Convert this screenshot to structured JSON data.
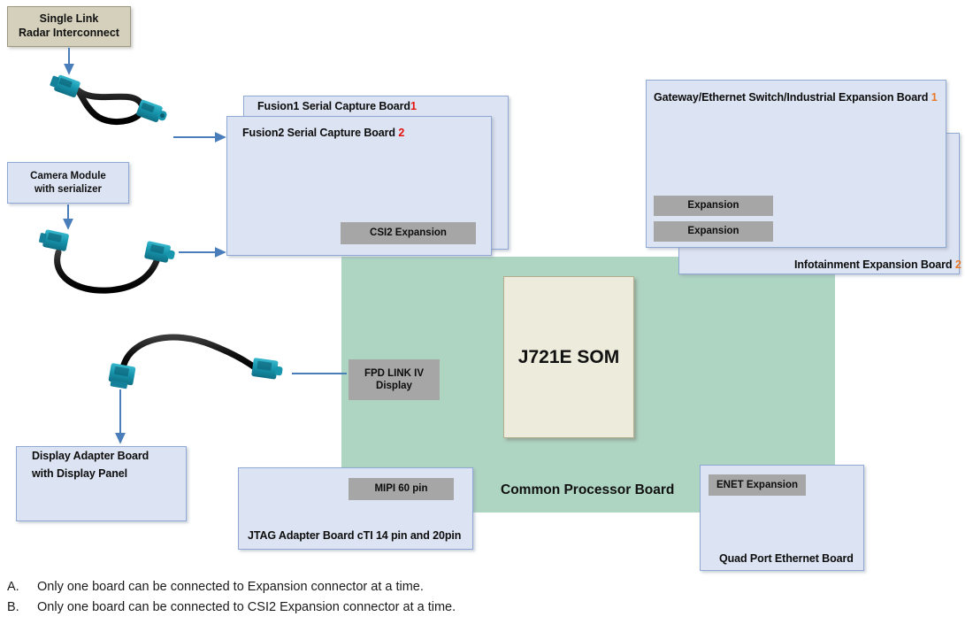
{
  "diagram": {
    "title": "J721E Common Processor Board block diagram",
    "colors": {
      "board_fill": "#DCE3F2",
      "board_border": "#8FA8D4",
      "beige_fill": "#D4D0BC",
      "green_fill": "#AED4C2",
      "som_fill": "#EDEBDC",
      "chip_grey": "#A6A6A6",
      "arrow_blue": "#4A7EBB",
      "marker_red": "#E4130F",
      "marker_orange": "#E8792A",
      "connector_teal": "#1796AE",
      "cable_black": "#141414"
    }
  },
  "boxes": {
    "radar_interconnect": {
      "line1": "Single Link",
      "line2": "Radar Interconnect"
    },
    "camera_module": {
      "line1": "Camera Module",
      "line2": "with serializer"
    },
    "fusion1": {
      "label": "Fusion1 Serial Capture Board",
      "marker": "1"
    },
    "fusion2": {
      "label": "Fusion2 Serial Capture Board",
      "marker": "2"
    },
    "csi2_expansion": {
      "label": "CSI2 Expansion"
    },
    "gateway_board": {
      "label": "Gateway/Ethernet Switch/Industrial Expansion Board",
      "marker": "1"
    },
    "infotainment_board": {
      "label": "Infotainment Expansion Board",
      "marker": "2"
    },
    "expansion_1": {
      "label": "Expansion"
    },
    "expansion_2": {
      "label": "Expansion"
    },
    "common_processor_board": {
      "label": "Common Processor Board"
    },
    "som": {
      "label": "J721E SOM"
    },
    "fpd_link": {
      "line1": "FPD LINK IV",
      "line2": "Display"
    },
    "display_adapter": {
      "line1": "Display Adapter Board",
      "line2": "with Display Panel"
    },
    "jtag_board": {
      "label": "JTAG Adapter Board  cTI 14 pin and 20pin"
    },
    "mipi": {
      "label": "MIPI 60 pin"
    },
    "quad_ethernet": {
      "label": "Quad Port Ethernet Board"
    },
    "enet_expansion": {
      "label": "ENET Expansion"
    }
  },
  "cables": [
    {
      "name": "radar-fakra-cable",
      "icon": "fakra-coax-cable"
    },
    {
      "name": "camera-fakra-cable",
      "icon": "fakra-coax-cable"
    },
    {
      "name": "display-fakra-cable",
      "icon": "fakra-coax-cable"
    }
  ],
  "notes": [
    {
      "key": "A.",
      "text": "Only one board can be connected to Expansion connector at a time."
    },
    {
      "key": "B.",
      "text": "Only one board can be connected to CSI2 Expansion connector at a time."
    }
  ]
}
